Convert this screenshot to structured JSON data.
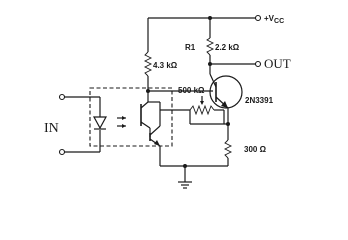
{
  "circuit": {
    "supply_label": "+V",
    "supply_sub": "CC",
    "input_label": "IN",
    "output_label": "OUT",
    "r_pullup_label": "4.3 kΩ",
    "r1_name": "R1",
    "r1_value": "2.2 kΩ",
    "pot_label": "500 kΩ",
    "r_emitter_label": "300 Ω",
    "transistor_part": "2N3391"
  }
}
